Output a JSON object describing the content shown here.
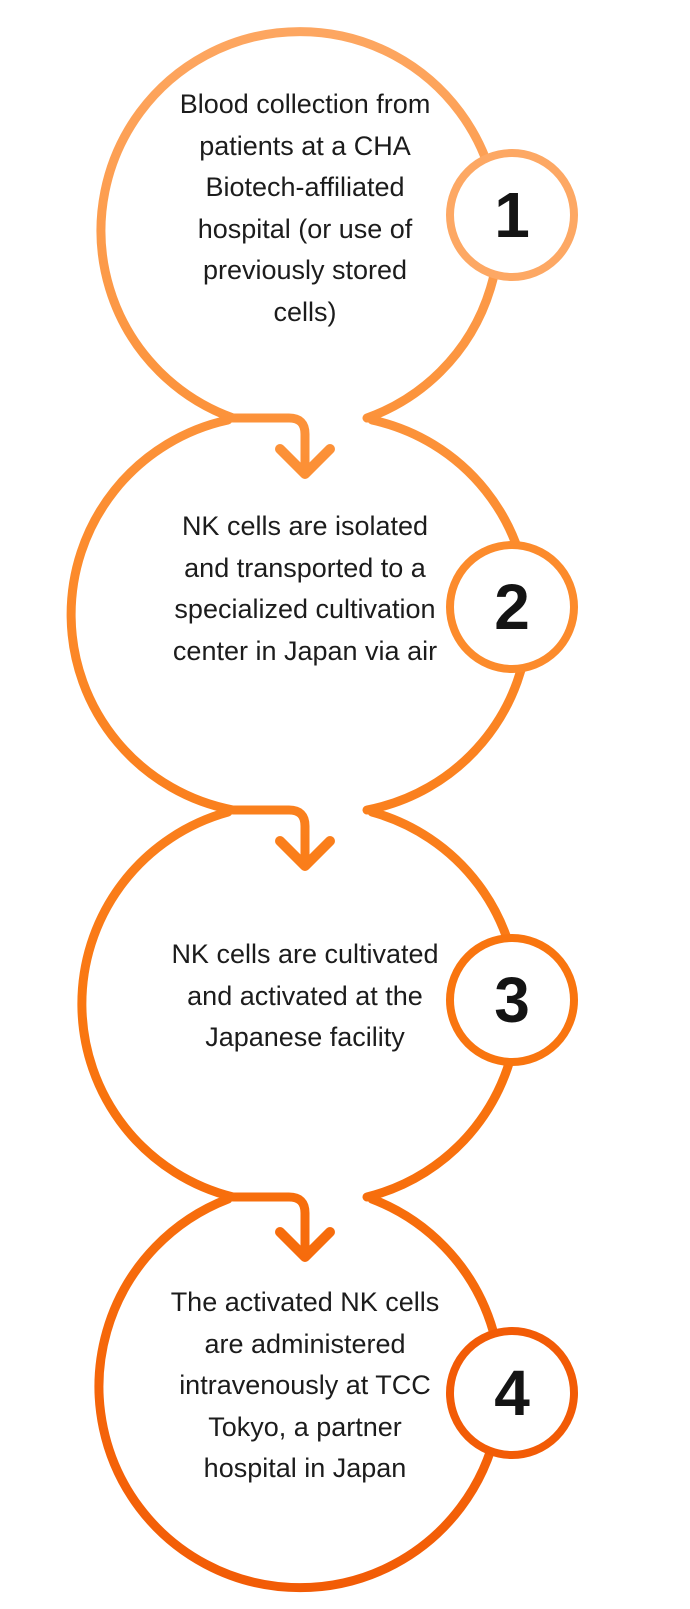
{
  "steps": [
    {
      "number": "1",
      "text": "Blood collection from patients at a CHA Biotech-affiliated hospital (or use of previously stored cells)",
      "color": "#FDA864"
    },
    {
      "number": "2",
      "text": "NK cells are isolated and transported to a specialized cultivation center in Japan via air",
      "color": "#FC8B2C"
    },
    {
      "number": "3",
      "text": "NK cells are cultivated and activated at the Japanese facility",
      "color": "#F9750F"
    },
    {
      "number": "4",
      "text": "The activated NK cells are administered intravenously at TCC Tokyo, a partner hospital in Japan",
      "color": "#F25B06"
    }
  ],
  "colors": {
    "text": "#1C1C1C",
    "number": "#141414",
    "background": "#FFFFFF"
  },
  "icons": [
    "down-arrow-icon"
  ]
}
